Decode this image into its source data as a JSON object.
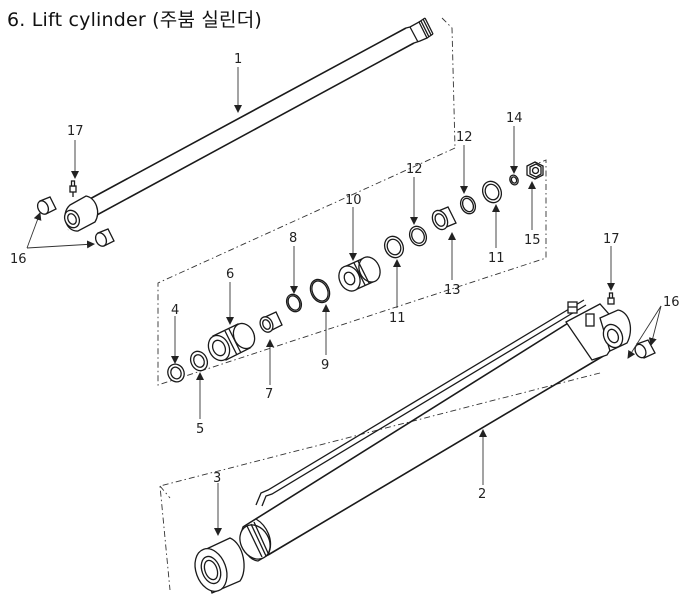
{
  "title": "6. Lift cylinder (주붐 실린더)",
  "parts": [
    {
      "id": "part-1",
      "label": "1"
    },
    {
      "id": "part-2",
      "label": "2"
    },
    {
      "id": "part-3",
      "label": "3"
    },
    {
      "id": "part-4",
      "label": "4"
    },
    {
      "id": "part-5",
      "label": "5"
    },
    {
      "id": "part-6",
      "label": "6"
    },
    {
      "id": "part-7",
      "label": "7"
    },
    {
      "id": "part-8",
      "label": "8"
    },
    {
      "id": "part-9",
      "label": "9"
    },
    {
      "id": "part-10",
      "label": "10"
    },
    {
      "id": "part-11a",
      "label": "11"
    },
    {
      "id": "part-11b",
      "label": "11"
    },
    {
      "id": "part-12a",
      "label": "12"
    },
    {
      "id": "part-12b",
      "label": "12"
    },
    {
      "id": "part-13",
      "label": "13"
    },
    {
      "id": "part-14",
      "label": "14"
    },
    {
      "id": "part-15",
      "label": "15"
    },
    {
      "id": "part-16a",
      "label": "16"
    },
    {
      "id": "part-16b",
      "label": "16"
    },
    {
      "id": "part-17a",
      "label": "17"
    },
    {
      "id": "part-17b",
      "label": "17"
    }
  ]
}
